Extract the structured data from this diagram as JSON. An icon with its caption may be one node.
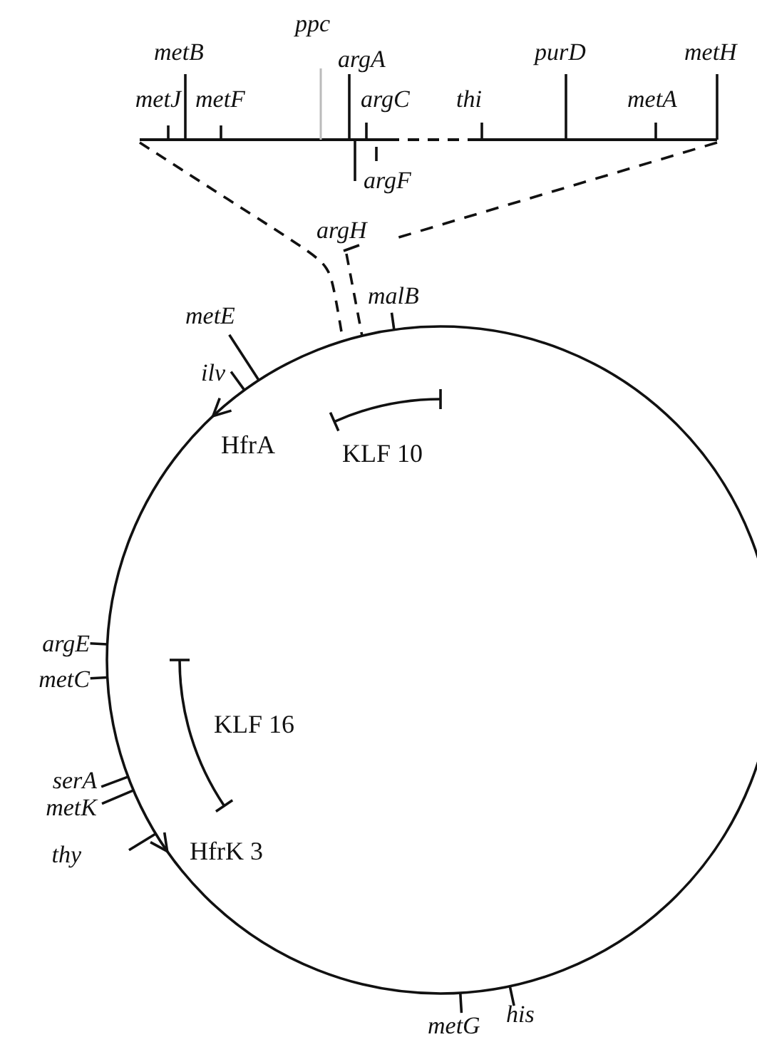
{
  "diagram": {
    "labels": [
      "ppc",
      "metB",
      "argA",
      "purD",
      "metH",
      "metJ",
      "metF",
      "argC",
      "thi",
      "metA",
      "argF",
      "argH",
      "malB",
      "metE",
      "ilv",
      "HfrA",
      "KLF 10",
      "argE",
      "metC",
      "KLF 16",
      "serA",
      "metK",
      "thy",
      "HfrK 3",
      "metG",
      "his"
    ]
  }
}
